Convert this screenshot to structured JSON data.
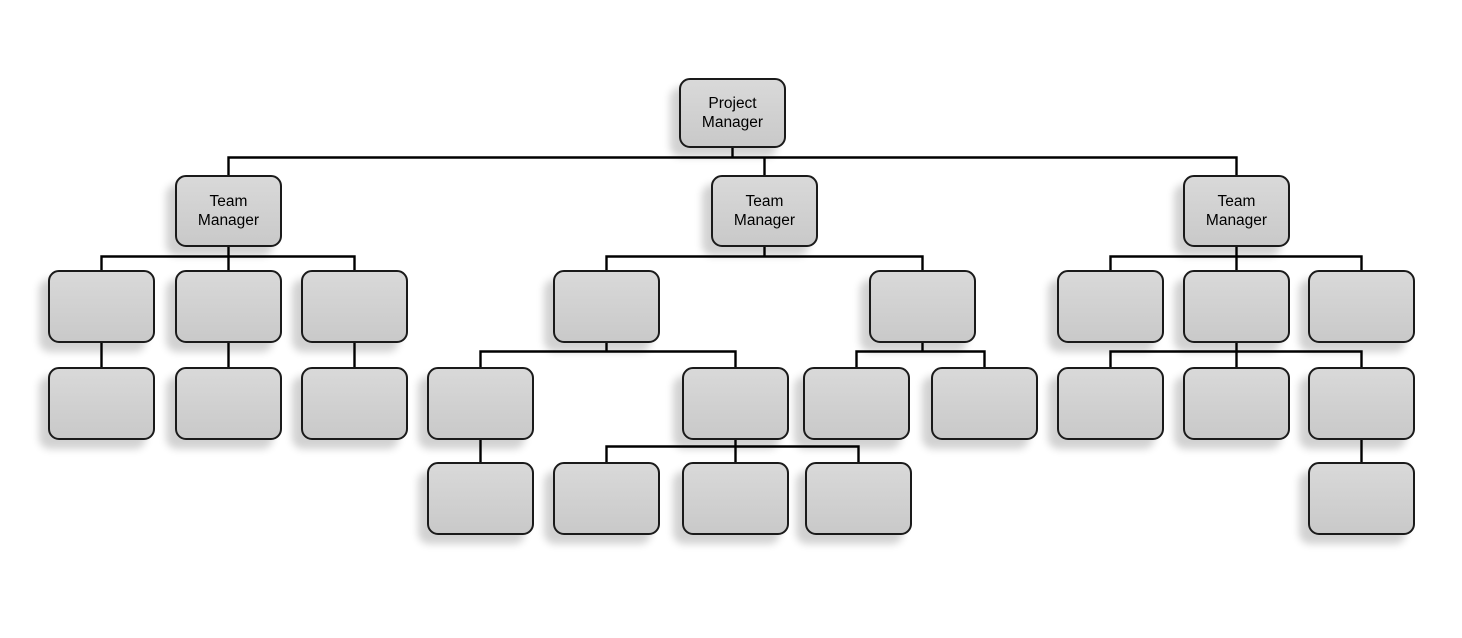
{
  "org_chart": {
    "root": {
      "label": "Project Manager"
    },
    "team_managers": [
      {
        "label": "Team Manager"
      },
      {
        "label": "Team Manager"
      },
      {
        "label": "Team Manager"
      }
    ],
    "colors": {
      "background": "#ffffff",
      "node_fill_top": "#d9d9d9",
      "node_fill_bottom": "#c9c9c9",
      "node_border": "#1a1a1a",
      "node_text": "#000000",
      "connector": "#000000"
    }
  }
}
